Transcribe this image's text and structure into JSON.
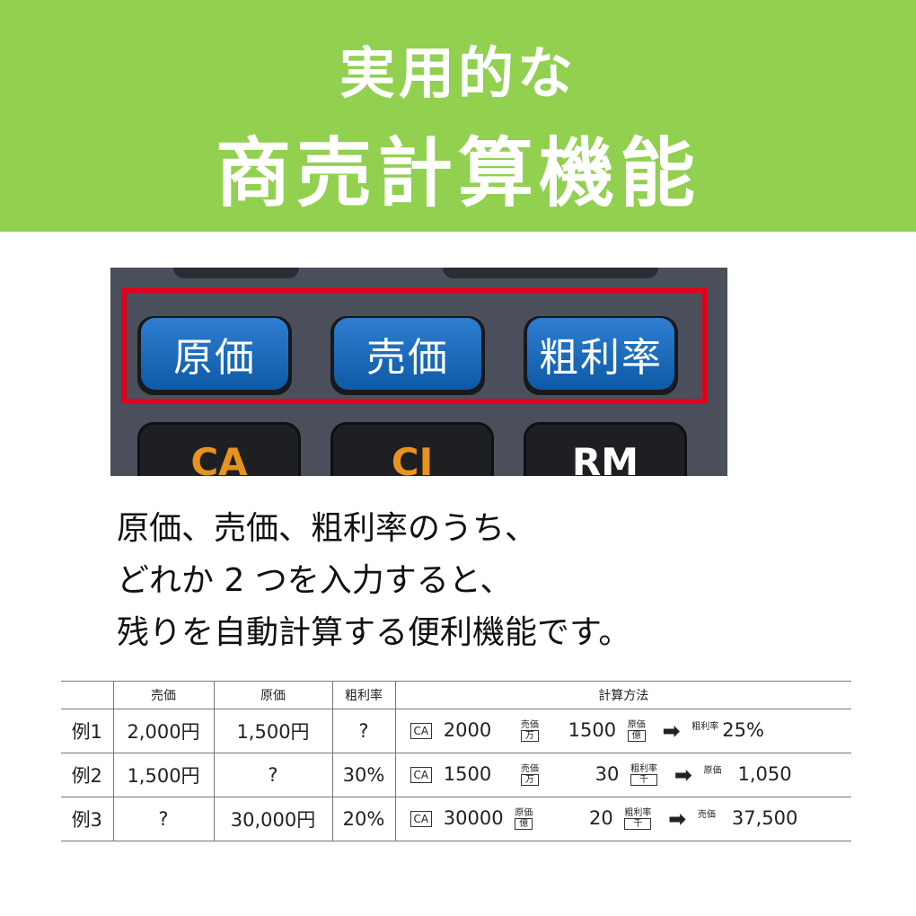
{
  "banner": {
    "line1": "実用的な",
    "line2": "商売計算機能",
    "color": "#92d050"
  },
  "photo": {
    "highlighted_keys": [
      "原価",
      "売価",
      "粗利率"
    ],
    "lower_keys": [
      "CA",
      "CI",
      "RM"
    ],
    "key_color": "#1f6fbe",
    "highlight_color": "#e3001b"
  },
  "description": {
    "line1": "原価、売価、粗利率のうち、",
    "line2": "どれか 2 つを入力すると、",
    "line3": "残りを自動計算する便利機能です。"
  },
  "table": {
    "headers": [
      "",
      "売価",
      "原価",
      "粗利率",
      "計算方法"
    ],
    "rows": [
      {
        "label": "例1",
        "sell": "2,000円",
        "cost": "1,500円",
        "rate": "?",
        "ca": "CA",
        "in1": "2000",
        "k1": "売価",
        "k1sub": "万",
        "in2": "1500",
        "k2": "原価",
        "k2sub": "億",
        "rlabel": "粗利率",
        "result": "25%"
      },
      {
        "label": "例2",
        "sell": "1,500円",
        "cost": "?",
        "rate": "30%",
        "ca": "CA",
        "in1": "1500",
        "k1": "売価",
        "k1sub": "万",
        "in2": "30",
        "k2": "粗利率",
        "k2sub": "千",
        "rlabel": "原価",
        "result": "1,050"
      },
      {
        "label": "例3",
        "sell": "?",
        "cost": "30,000円",
        "rate": "20%",
        "ca": "CA",
        "in1": "30000",
        "k1": "原価",
        "k1sub": "億",
        "in2": "20",
        "k2": "粗利率",
        "k2sub": "千",
        "rlabel": "売価",
        "result": "37,500"
      }
    ]
  }
}
